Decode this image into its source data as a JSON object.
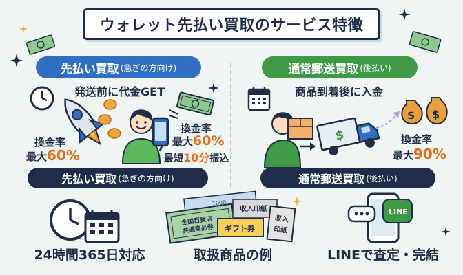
{
  "title": "ウォレット先払い買取のサービス特徴",
  "left_panel": {
    "header_main": "先払い買取",
    "header_sub": "(急ぎの方向け)",
    "tagline": "発送前に代金GET",
    "rate_a_label": "換金率",
    "rate_a_prefix": "最大",
    "rate_a_value": "60%",
    "rate_b_label": "換金率",
    "rate_b_prefix": "最大",
    "rate_b_value": "60%",
    "speed_prefix": "最短",
    "speed_value": "10分",
    "speed_suffix": "振込",
    "footer_main": "先払い買取",
    "footer_sub": "(急ぎの方向け)"
  },
  "right_panel": {
    "header_main": "通常郵送買取",
    "header_sub": "(後払い)",
    "tagline": "商品到着後に入金",
    "rate_label": "換金率",
    "rate_prefix": "最大",
    "rate_value": "90%",
    "footer_main": "通常郵送買取",
    "footer_sub": "(後払い)"
  },
  "features": [
    {
      "label": "24時間365日対応",
      "icon": "clock-calendar-icon"
    },
    {
      "label": "取扱商品の例",
      "icon": "gift-cards-icon"
    },
    {
      "label": "LINEで査定・完結",
      "icon": "line-chat-icon"
    }
  ],
  "products": {
    "dept_store_line1": "全国百貨店",
    "dept_store_line2": "共通商品券",
    "gift_ticket": "ギフト券",
    "stamp_card": "収入印紙",
    "stamp_vertical_1": "収入",
    "stamp_vertical_2": "印紙",
    "note_value": "1000"
  },
  "line_badge": "LINE",
  "colors": {
    "navy": "#1f2d4a",
    "blue": "#2f6fc4",
    "green": "#3f9a45",
    "orange": "#e96b17",
    "background": "#eef5f2"
  }
}
